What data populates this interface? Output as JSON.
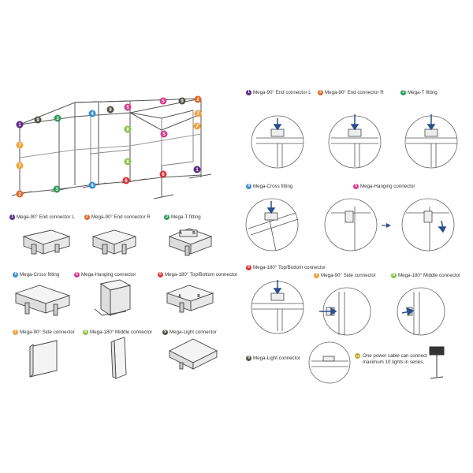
{
  "colors": {
    "1": "#5b2a86",
    "2": "#e0662a",
    "3": "#2e9b57",
    "4": "#3a8fd0",
    "5": "#d63a8c",
    "6": "#d9343a",
    "7": "#f0a340",
    "8": "#8cc14a",
    "9": "#55504a"
  },
  "frame_badges": [
    "1",
    "9",
    "3",
    "4",
    "9",
    "5",
    "9",
    "2",
    "7",
    "5",
    "7",
    "8",
    "8",
    "7",
    "5",
    "7",
    "6",
    "2",
    "3",
    "4",
    "6",
    "1"
  ],
  "left_legend": [
    {
      "num": "1",
      "label": "Mega-90° End connector L"
    },
    {
      "num": "2",
      "label": "Mega-90° End connector R"
    },
    {
      "num": "3",
      "label": "Mega-T fitting"
    },
    {
      "num": "4",
      "label": "Mega-Cross fitting"
    },
    {
      "num": "5",
      "label": "Mega-Hanging connector"
    },
    {
      "num": "6",
      "label": "Mega-180° Top/Bottom connector"
    },
    {
      "num": "7",
      "label": "Mega-90° Side connector"
    },
    {
      "num": "8",
      "label": "Mega-180° Middle connector"
    },
    {
      "num": "9",
      "label": "Mega-Light connector"
    }
  ],
  "right_steps": [
    {
      "num": "1",
      "label": "Mega-90° End connector L"
    },
    {
      "num": "2",
      "label": "Mega-90° End connector R"
    },
    {
      "num": "3",
      "label": "Mega-T fitting"
    },
    {
      "num": "4",
      "label": "Mega-Cross fitting"
    },
    {
      "num": "5",
      "label": "Mega-Hanging connector"
    },
    {
      "num": "6",
      "label": "Mega-180° Top/Bottom connector"
    },
    {
      "num": "7",
      "label": "Mega-90° Side connector"
    },
    {
      "num": "8",
      "label": "Mega-180° Middle connector"
    },
    {
      "num": "9",
      "label": "Mega-Light connector"
    }
  ],
  "power_note": {
    "num": "10",
    "text": "One power cable can connect maximum 10 lights in series."
  },
  "part_letters": [
    "A",
    "B",
    "A",
    "B"
  ]
}
